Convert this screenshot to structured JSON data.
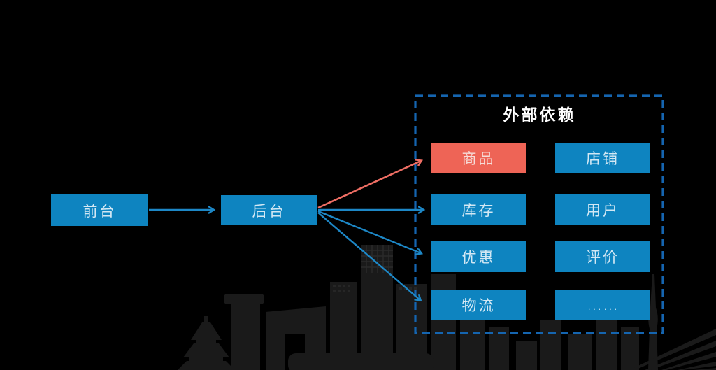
{
  "diagram": {
    "frontend": {
      "label": "前台"
    },
    "backend": {
      "label": "后台"
    },
    "external_group": {
      "title": "外部依赖",
      "items": [
        {
          "label": "商品",
          "highlight": true
        },
        {
          "label": "店铺",
          "highlight": false
        },
        {
          "label": "库存",
          "highlight": false
        },
        {
          "label": "用户",
          "highlight": false
        },
        {
          "label": "优惠",
          "highlight": false
        },
        {
          "label": "评价",
          "highlight": false
        },
        {
          "label": "物流",
          "highlight": false
        },
        {
          "label": "……",
          "highlight": false
        }
      ]
    },
    "edges": [
      {
        "from": "前台",
        "to": "后台",
        "color": "blue"
      },
      {
        "from": "后台",
        "to": "商品",
        "color": "red"
      },
      {
        "from": "后台",
        "to": "库存",
        "color": "blue"
      },
      {
        "from": "后台",
        "to": "优惠",
        "color": "blue"
      },
      {
        "from": "后台",
        "to": "物流",
        "color": "blue"
      }
    ],
    "colors": {
      "background": "#000000",
      "node_blue": "#0e84c0",
      "node_red": "#ee6456",
      "node_text": "#d3e8f4",
      "group_border": "#1565b0",
      "arrow_blue": "#1d87c6",
      "arrow_red": "#ef6e64",
      "title_text": "#ffffff",
      "skyline": "#1a1a1a"
    }
  }
}
